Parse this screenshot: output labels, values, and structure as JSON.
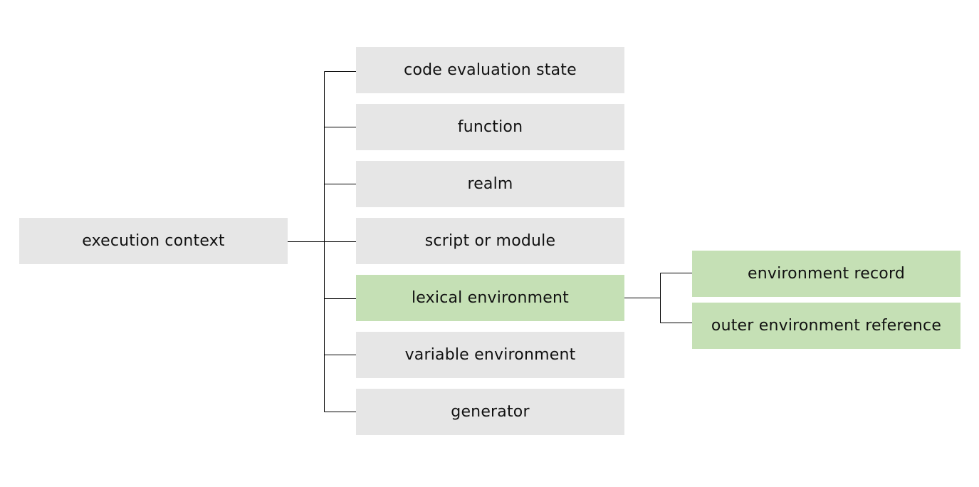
{
  "diagram": {
    "root": {
      "label": "execution context"
    },
    "components": [
      {
        "label": "code evaluation state",
        "highlight": false
      },
      {
        "label": "function",
        "highlight": false
      },
      {
        "label": "realm",
        "highlight": false
      },
      {
        "label": "script or module",
        "highlight": false
      },
      {
        "label": "lexical environment",
        "highlight": true
      },
      {
        "label": "variable environment",
        "highlight": false
      },
      {
        "label": "generator",
        "highlight": false
      }
    ],
    "lexical_environment_parts": [
      {
        "label": "environment record"
      },
      {
        "label": "outer environment reference"
      }
    ],
    "colors": {
      "default_box": "#e6e6e6",
      "highlight_box": "#c5e0b5",
      "line": "#000000",
      "text": "#111111"
    }
  }
}
